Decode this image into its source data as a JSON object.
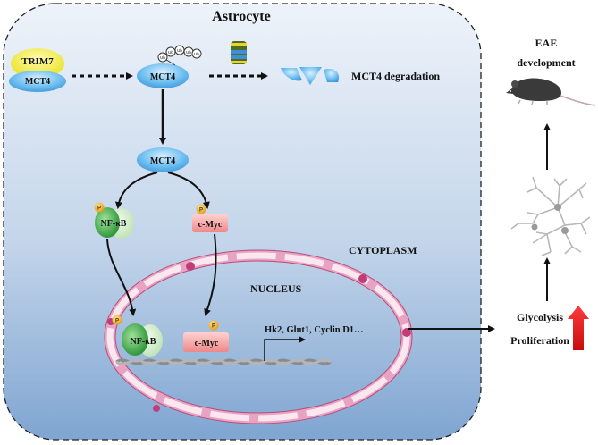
{
  "title": "Astrocyte",
  "cytoplasm_label": "CYTOPLASM",
  "nucleus_label": "NUCLEUS",
  "trim7": "TRIM7",
  "mct4_bound": "MCT4",
  "mct4_ub": "MCT4",
  "mct4_stable": "MCT4",
  "ub_tag": "Ub",
  "degradation_label": "MCT4 degradation",
  "nfkb": "NF-κB",
  "cmyc": "c-Myc",
  "nfkb_nuc": "NF-κB",
  "cmyc_nuc": "c-Myc",
  "phospho": "P",
  "genes": "Hk2, Glut1, Cyclin D1…",
  "outcome_1": "Glycolysis",
  "outcome_2": "Proliferation",
  "eae_1": "EAE",
  "eae_2": "development",
  "colors": {
    "cell_top": "#ecf2fa",
    "cell_bottom": "#7ea4d0",
    "mct4": "#4da6e0",
    "trim7": "#f2ee2a",
    "nfkb": "#2e9a3a",
    "cmyc": "#f5a3a3",
    "phospho": "#f2b01e",
    "envelope": "#e9a6c4",
    "increase_arrow": "#e41a1a"
  }
}
